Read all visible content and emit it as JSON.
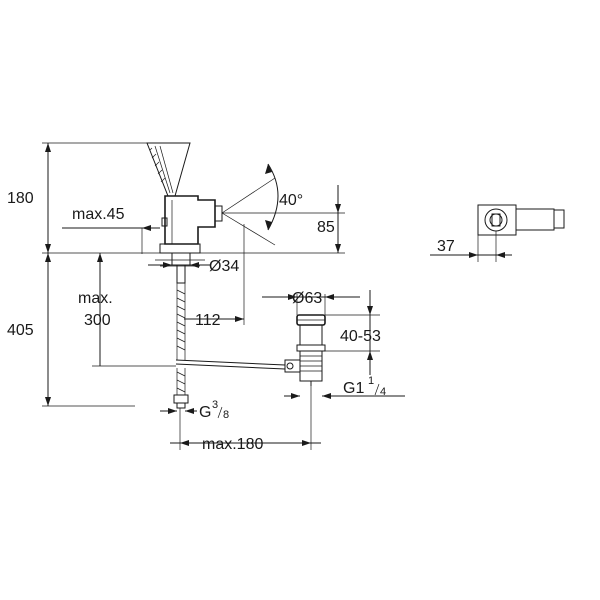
{
  "dimensions": {
    "height_top": "180",
    "max_45": "max.45",
    "angle": "40°",
    "spout_height": "85",
    "diameter_34": "Ø34",
    "max_label": "max.",
    "max_300": "300",
    "total_height": "405",
    "reach": "112",
    "diameter_63": "Ø63",
    "range_40_53": "40-53",
    "thread_g1": "G1",
    "thread_g1_num": "1",
    "thread_g1_den": "4",
    "thread_g3": "G",
    "thread_g3_num": "3",
    "thread_g3_den": "8",
    "max_180": "max.180",
    "side_37": "37"
  }
}
